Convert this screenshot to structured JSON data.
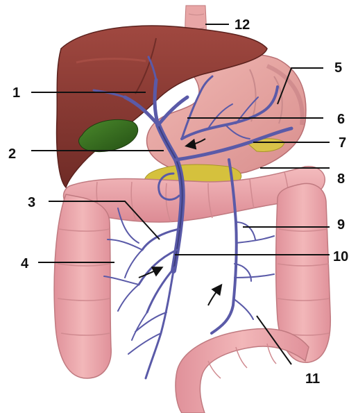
{
  "labels": [
    "1",
    "2",
    "3",
    "4",
    "5",
    "6",
    "7",
    "8",
    "9",
    "10",
    "11",
    "12"
  ],
  "colors": {
    "liver": "#8e3a33",
    "liver_shadow": "#6e2a25",
    "gallbladder": "#2f6b1c",
    "stomach": "#e9a2a0",
    "pancreas": "#d5c13d",
    "colon": "#e7a3a6",
    "colon_shadow": "#cf7f86",
    "vein": "#5a5aa8",
    "vein_dark": "#3e3f7f",
    "esophagus": "#e8a6a6",
    "label_text": "#111111",
    "leader_line": "#111111",
    "arrow": "#111111"
  },
  "icons": {
    "flow_arrow": "curved-arrow-icon"
  }
}
